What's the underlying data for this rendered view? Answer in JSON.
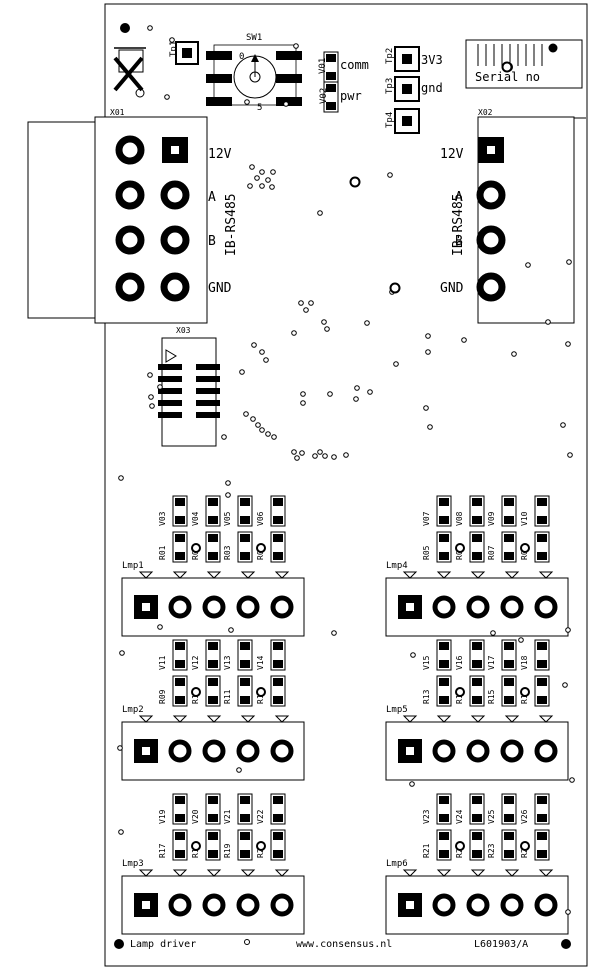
{
  "board": {
    "footer_left": "Lamp driver",
    "footer_url": "www.consensus.nl",
    "footer_code": "L601903/A",
    "serial_label": "Serial no"
  },
  "switch": {
    "name": "SW1",
    "pos0": "0",
    "pos5": "5"
  },
  "leds_top": [
    {
      "ref": "V01",
      "label": "comm"
    },
    {
      "ref": "V02",
      "label": "pwr"
    }
  ],
  "testpoints": [
    {
      "ref": "Tp1",
      "label": ""
    },
    {
      "ref": "Tp2",
      "label": "3V3"
    },
    {
      "ref": "Tp3",
      "label": "gnd"
    },
    {
      "ref": "Tp4",
      "label": ""
    }
  ],
  "connectors": {
    "x01": {
      "ref": "X01",
      "pins": [
        "12V",
        "A",
        "B",
        "GND"
      ],
      "bus": "IB-RS485"
    },
    "x02": {
      "ref": "X02",
      "pins": [
        "12V",
        "A",
        "B",
        "GND"
      ],
      "bus": "IB-RS485"
    },
    "x03": {
      "ref": "X03"
    }
  },
  "lamps": [
    {
      "ref": "Lmp1",
      "leds": [
        "V03",
        "V04",
        "V05",
        "V06"
      ],
      "res": [
        "R01",
        "R02",
        "R03",
        "R04"
      ]
    },
    {
      "ref": "Lmp4",
      "leds": [
        "V07",
        "V08",
        "V09",
        "V10"
      ],
      "res": [
        "R05",
        "R06",
        "R07",
        "R08"
      ]
    },
    {
      "ref": "Lmp2",
      "leds": [
        "V11",
        "V12",
        "V13",
        "V14"
      ],
      "res": [
        "R09",
        "R10",
        "R11",
        "R12"
      ]
    },
    {
      "ref": "Lmp5",
      "leds": [
        "V15",
        "V16",
        "V17",
        "V18"
      ],
      "res": [
        "R13",
        "R14",
        "R15",
        "R16"
      ]
    },
    {
      "ref": "Lmp3",
      "leds": [
        "V19",
        "V20",
        "V21",
        "V22"
      ],
      "res": [
        "R17",
        "R18",
        "R19",
        "R20"
      ]
    },
    {
      "ref": "Lmp6",
      "leds": [
        "V23",
        "V24",
        "V25",
        "V26"
      ],
      "res": [
        "R21",
        "R22",
        "R23",
        "R24"
      ]
    }
  ]
}
